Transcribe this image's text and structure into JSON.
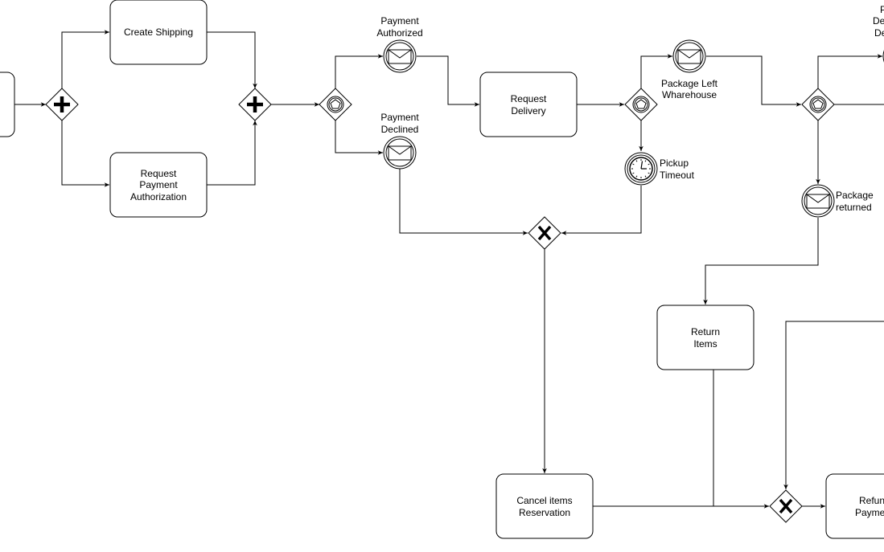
{
  "tasks": {
    "create_shipping": [
      "Create Shipping"
    ],
    "request_payment_authorization": [
      "Request",
      "Payment",
      "Authorization"
    ],
    "request_delivery": [
      "Request",
      "Delivery"
    ],
    "return_items": [
      "Return",
      "Items"
    ],
    "cancel_items_reservation": [
      "Cancel items",
      "Reservation"
    ],
    "refund_payment": [
      "Refun",
      "Payme"
    ]
  },
  "events": {
    "payment_authorized": [
      "Payment",
      "Authorized"
    ],
    "payment_declined": [
      "Payment",
      "Declined"
    ],
    "package_left_warehouse": [
      "Package Left",
      "Wharehouse"
    ],
    "pickup_timeout": [
      "Pickup",
      "Timeout"
    ],
    "package_returned": [
      "Package",
      "returned"
    ],
    "package_delivered_partial": [
      "P",
      "De",
      "De"
    ]
  },
  "gateways": {
    "parallel_split": "parallel",
    "parallel_join": "parallel",
    "event_gateway_payment": "event-based",
    "event_gateway_delivery": "event-based",
    "event_gateway_package": "event-based",
    "exclusive_cancel": "exclusive",
    "exclusive_refund": "exclusive"
  }
}
